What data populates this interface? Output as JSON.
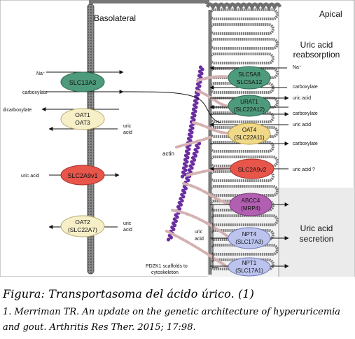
{
  "diagram": {
    "regions": {
      "basolateral": "Basolateral",
      "apical": "Apical",
      "reabsorption_line1": "Uric acid",
      "reabsorption_line2": "reabsorption",
      "secretion_line1": "Uric acid",
      "secretion_line2": "secretion"
    },
    "basolateral_transporters": [
      {
        "line1": "SLC13A3",
        "line2": "",
        "color": "#4e9a7c",
        "text_color": "#ffffff"
      },
      {
        "line1": "OAT1",
        "line2": "OAT3",
        "color": "#f6efc8",
        "text_color": "#111111"
      },
      {
        "line1": "SLC2A9v1",
        "line2": "",
        "color": "#e8554a",
        "text_color": "#ffffff"
      },
      {
        "line1": "OAT2",
        "line2": "(SLC22A7)",
        "color": "#f6efc8",
        "text_color": "#111111"
      }
    ],
    "basolateral_labels": {
      "na": "Na⁺",
      "carboxylate": "carboxylate",
      "dicarboxylate": "dicarboxylate",
      "uric_acid_oat13_a": "uric",
      "uric_acid_oat13_b": "acid",
      "uric_acid_slc2a9": "uric acid",
      "uric_acid_oat2_a": "uric",
      "uric_acid_oat2_b": "acid"
    },
    "apical_transporters": [
      {
        "line1": "SLC5A8",
        "line2": "SLC5A12",
        "color": "#4e9a7c",
        "text_color": "#ffffff"
      },
      {
        "line1": "URAT1",
        "line2": "(SLC22A12)",
        "color": "#4e9a7c",
        "text_color": "#ffffff"
      },
      {
        "line1": "OAT4",
        "line2": "(SLC22A11)",
        "color": "#f1d98a",
        "text_color": "#111111"
      },
      {
        "line1": "SLC2A9v2",
        "line2": "",
        "color": "#e8554a",
        "text_color": "#ffffff"
      },
      {
        "line1": "ABCC4",
        "line2": "(MRP4)",
        "color": "#b15fb0",
        "text_color": "#ffffff"
      },
      {
        "line1": "NPT4",
        "line2": "(SLC17A3)",
        "color": "#bcc4ee",
        "text_color": "#111111"
      },
      {
        "line1": "NPT1",
        "line2": "(SLC17A1)",
        "color": "#bcc4ee",
        "text_color": "#111111"
      }
    ],
    "apical_labels": {
      "na": "Na⁺",
      "carboxylate1": "carboxylate",
      "uric_acid1": "uric acid",
      "carboxylate2": "carboxylate",
      "uric_acid2": "uric acid",
      "carboxylate3": "carboxylate",
      "uric_acid_q": "uric acid ?",
      "actin": "actin",
      "uric_secr_a": "uric",
      "uric_secr_b": "acid",
      "pdzk1_line1": "PDZK1 scaffolds to",
      "pdzk1_line2": "cytoskeleton"
    },
    "colors": {
      "membrane": "#7a7a7a",
      "membrane_dark": "#555555",
      "actin": "#6a2da0",
      "pdzk1": "#d9b8b8",
      "secretion_bg": "#ebebeb"
    }
  },
  "caption": {
    "title": "Figura: Transportasoma del ácido úrico. (1)",
    "ref_line1": "1. Merriman TR. An update on the genetic architecture of hyperuricemia",
    "ref_line2": "and gout. Arthritis Res Ther. 2015; 17:98."
  }
}
